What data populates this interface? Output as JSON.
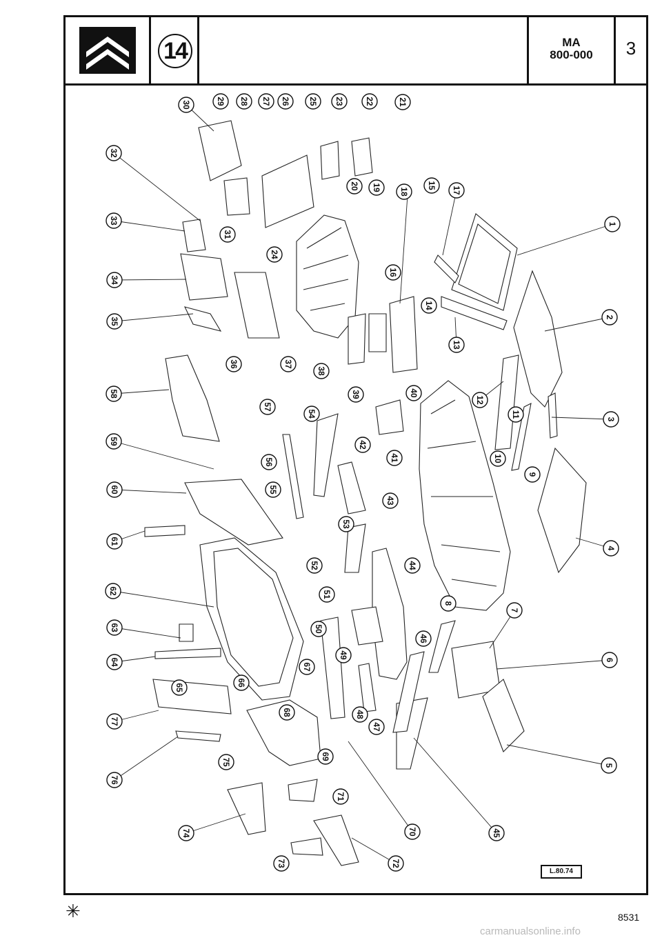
{
  "header": {
    "group_number": "14",
    "ref_line1": "MA",
    "ref_line2": "800-000",
    "sheet_number": "3"
  },
  "footer": {
    "plate_code": "L.80.74",
    "page_number": "8531",
    "star": "✳",
    "watermark": "carmanualsonline.info"
  },
  "icons": [
    "citroen-double-chevron-logo"
  ],
  "callouts": [
    "1",
    "2",
    "3",
    "4",
    "5",
    "6",
    "7",
    "8",
    "9",
    "10",
    "11",
    "12",
    "13",
    "14",
    "15",
    "16",
    "17",
    "18",
    "19",
    "20",
    "21",
    "22",
    "23",
    "24",
    "25",
    "26",
    "27",
    "28",
    "29",
    "30",
    "31",
    "32",
    "33",
    "34",
    "35",
    "36",
    "37",
    "38",
    "39",
    "40",
    "41",
    "42",
    "43",
    "44",
    "45",
    "46",
    "47",
    "48",
    "49",
    "50",
    "51",
    "52",
    "53",
    "54",
    "55",
    "56",
    "57",
    "58",
    "59",
    "60",
    "61",
    "62",
    "63",
    "64",
    "65",
    "66",
    "67",
    "68",
    "69",
    "70",
    "71",
    "72",
    "73",
    "74",
    "75",
    "76",
    "77"
  ]
}
